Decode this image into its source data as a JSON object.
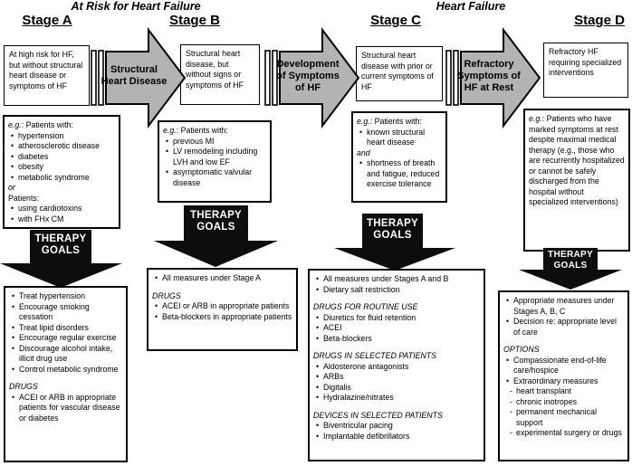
{
  "titles": {
    "at_risk": "At Risk for Heart Failure",
    "heart_failure": "Heart Failure"
  },
  "therapy_goals_label": "THERAPY GOALS",
  "transitions": [
    {
      "label": "Structural Heart Disease"
    },
    {
      "label": "Development of Symptoms of HF"
    },
    {
      "label": "Refractory Symptoms of HF at Rest"
    }
  ],
  "colors": {
    "arrow_fill": "#b3b3b3",
    "therapy_arrow_fill": "#0d0d0d",
    "box_border": "#000000",
    "background": "#ffffff"
  },
  "stages": [
    {
      "heading": "Stage A",
      "description": "At high risk for HF, but without structural heart disease or symptoms of HF",
      "examples": [
        {
          "s": "lead",
          "i": "e.g.",
          "t": ": Patients with:"
        },
        {
          "s": "bullet",
          "t": "hypertension"
        },
        {
          "s": "bullet",
          "t": "atherosclerotic disease"
        },
        {
          "s": "bullet",
          "t": "diabetes"
        },
        {
          "s": "bullet",
          "t": "obesity"
        },
        {
          "s": "bullet",
          "t": "metabolic syndrome"
        },
        {
          "s": "italic",
          "t": "or"
        },
        {
          "s": "plain",
          "t": "Patients:"
        },
        {
          "s": "bullet",
          "t": "using cardiotoxins"
        },
        {
          "s": "bullet",
          "t": "with FHx CM"
        }
      ],
      "therapy": [
        {
          "s": "bullet",
          "t": "Treat hypertension"
        },
        {
          "s": "bullet",
          "t": "Encourage smoking cessation"
        },
        {
          "s": "bullet",
          "t": "Treat lipid disorders"
        },
        {
          "s": "bullet",
          "t": "Encourage regular exercise"
        },
        {
          "s": "bullet",
          "t": "Discourage alcohol intake, illicit drug use"
        },
        {
          "s": "bullet",
          "t": "Control metabolic syndrome"
        },
        {
          "s": "gap"
        },
        {
          "s": "italic",
          "t": "DRUGS"
        },
        {
          "s": "bullet",
          "t": "ACEI or ARB in appropriate patients for vascular disease or diabetes"
        }
      ]
    },
    {
      "heading": "Stage B",
      "description": "Structural heart disease, but without signs or symptoms of HF",
      "examples": [
        {
          "s": "lead",
          "i": "e.g.",
          "t": ": Patients with:"
        },
        {
          "s": "bullet",
          "t": "previous MI"
        },
        {
          "s": "bullet",
          "t": "LV remodeling including LVH and low EF"
        },
        {
          "s": "bullet",
          "t": "asymptomatic valvular disease"
        }
      ],
      "therapy": [
        {
          "s": "bullet",
          "t": "All measures under Stage A"
        },
        {
          "s": "gap"
        },
        {
          "s": "italic",
          "t": "DRUGS"
        },
        {
          "s": "bullet",
          "t": "ACEI or ARB in appropriate patients"
        },
        {
          "s": "bullet",
          "t": "Beta-blockers in appropriate patients"
        }
      ]
    },
    {
      "heading": "Stage C",
      "description": "Structural heart disease with prior or current symptoms of HF",
      "examples": [
        {
          "s": "lead",
          "i": "e.g.",
          "t": ": Patients with:"
        },
        {
          "s": "bullet",
          "t": "known structural heart disease"
        },
        {
          "s": "italic",
          "t": "and"
        },
        {
          "s": "bullet",
          "t": "shortness of breath and fatigue, reduced exercise tolerance"
        }
      ],
      "therapy": [
        {
          "s": "bullet",
          "t": "All measures under Stages A and B"
        },
        {
          "s": "bullet",
          "t": "Dietary salt restriction"
        },
        {
          "s": "gap"
        },
        {
          "s": "italic",
          "t": "DRUGS FOR ROUTINE USE"
        },
        {
          "s": "bullet",
          "t": "Diuretics for fluid retention"
        },
        {
          "s": "bullet",
          "t": "ACEI"
        },
        {
          "s": "bullet",
          "t": "Beta-blockers"
        },
        {
          "s": "gap"
        },
        {
          "s": "italic",
          "t": "DRUGS IN SELECTED PATIENTS"
        },
        {
          "s": "bullet",
          "t": "Aldosterone antagonists"
        },
        {
          "s": "bullet",
          "t": "ARBs"
        },
        {
          "s": "bullet",
          "t": "Digitalis"
        },
        {
          "s": "bullet",
          "t": "Hydralazine/nitrates"
        },
        {
          "s": "gap"
        },
        {
          "s": "italic",
          "t": "DEVICES IN SELECTED PATIENTS"
        },
        {
          "s": "bullet",
          "t": "Biventricular pacing"
        },
        {
          "s": "bullet",
          "t": "Implantable defibrillators"
        }
      ]
    },
    {
      "heading": "Stage D",
      "description": "Refractory HF requiring specialized interventions",
      "examples": [
        {
          "s": "lead",
          "i": "e.g.",
          "t": ": Patients who have marked symptoms at rest despite maximal medical therapy (e.g., those who are recurrently hospitalized or cannot be safely discharged from the hospital without specialized interventions)"
        }
      ],
      "therapy": [
        {
          "s": "bullet",
          "t": "Appropriate measures under Stages A, B, C"
        },
        {
          "s": "bullet",
          "t": "Decision re: appropriate level of care"
        },
        {
          "s": "gap"
        },
        {
          "s": "italic",
          "t": "OPTIONS"
        },
        {
          "s": "bullet",
          "t": "Compassionate end-of-life care/hospice"
        },
        {
          "s": "bullet",
          "t": "Extraordinary measures"
        },
        {
          "s": "dash",
          "t": "heart transplant"
        },
        {
          "s": "dash",
          "t": "chronic inotropes"
        },
        {
          "s": "dash",
          "t": "permanent mechanical support"
        },
        {
          "s": "dash",
          "t": "experimental surgery or drugs"
        }
      ]
    }
  ]
}
